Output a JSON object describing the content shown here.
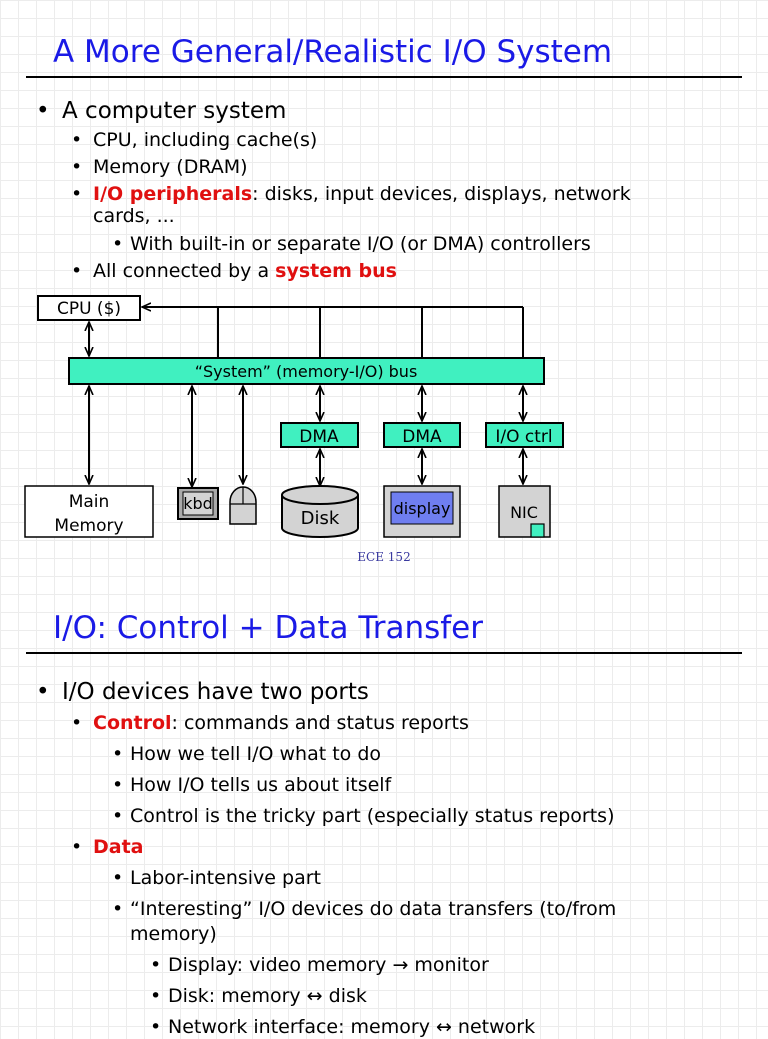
{
  "slide1": {
    "title": "A More General/Realistic I/O System",
    "bullets": {
      "b0": "A computer system",
      "b1": "CPU, including cache(s)",
      "b2": "Memory (DRAM)",
      "b3_emph": "I/O peripherals",
      "b3_rest": ": disks, input devices, displays, network",
      "b3_cont": "cards, ...",
      "b4": "With built-in or separate I/O (or DMA) controllers",
      "b5_pre": "All connected by a ",
      "b5_emph": "system bus"
    },
    "diagram": {
      "cpu": "CPU ($)",
      "bus": "“System” (memory-I/O) bus",
      "dma1": "DMA",
      "dma2": "DMA",
      "ioctrl": "I/O ctrl",
      "main_memory_line1": "Main",
      "main_memory_line2": "Memory",
      "kbd": "kbd",
      "disk": "Disk",
      "display": "display",
      "nic": "NIC"
    },
    "footer": "ECE 152"
  },
  "slide2": {
    "title": "I/O: Control + Data Transfer",
    "bullets": {
      "b0": "I/O devices have two ports",
      "b1_emph": "Control",
      "b1_rest": ": commands and status reports",
      "b2": "How we tell I/O what to do",
      "b3": "How I/O tells us about itself",
      "b4": "Control is the tricky part (especially status reports)",
      "b5_emph": "Data",
      "b6": "Labor-intensive part",
      "b7": "“Interesting” I/O devices do data transfers (to/from",
      "b7_cont": "memory)",
      "b8": "Display: video memory → monitor",
      "b9": "Disk: memory ↔ disk",
      "b10": "Network interface: memory ↔ network"
    }
  },
  "colors": {
    "title": "#1a1ae6",
    "emphasis": "#e01010",
    "bus_fill": "#40f0c0",
    "device_gray": "#d3d3d3",
    "display_screen": "#6f7ef0"
  }
}
